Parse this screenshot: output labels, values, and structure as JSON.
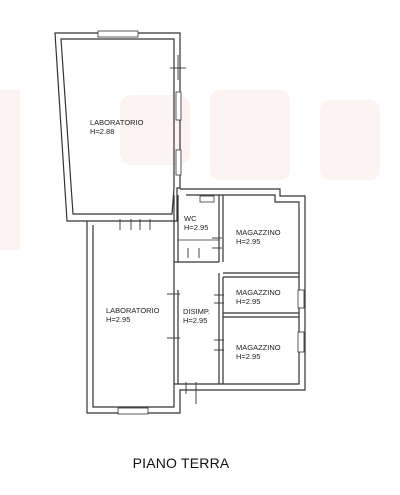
{
  "floor_title": "PIANO TERRA",
  "rooms": [
    {
      "name": "LABORATORIO",
      "height": "H=2.88"
    },
    {
      "name": "WC",
      "height": "H=2.95"
    },
    {
      "name": "MAGAZZINO",
      "height": "H=2.95"
    },
    {
      "name": "MAGAZZINO",
      "height": "H=2.95"
    },
    {
      "name": "LABORATORIO",
      "height": "H=2.95"
    },
    {
      "name": "DISIMP.",
      "height": "H=2.95"
    },
    {
      "name": "MAGAZZINO",
      "height": "H=2.95"
    }
  ],
  "colors": {
    "wall": "#333333",
    "background": "#ffffff",
    "watermark": "#e8a0a0"
  }
}
